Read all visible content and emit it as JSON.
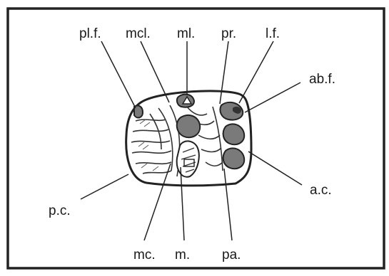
{
  "diagram": {
    "labels": {
      "plf": "pl.f.",
      "mcl": "mcl.",
      "ml": "ml.",
      "pr": "pr.",
      "lf": "l.f.",
      "abf": "ab.f.",
      "ac": "a.c.",
      "pc": "p.c.",
      "mc": "mc.",
      "m": "m.",
      "pa": "pa."
    }
  }
}
